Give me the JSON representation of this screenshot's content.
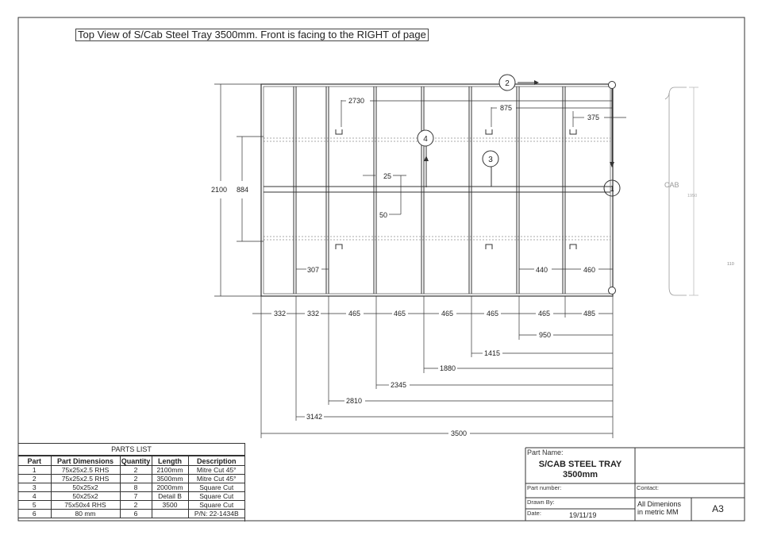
{
  "sheet_title": "Top View of S/Cab Steel Tray 3500mm. Front is facing to the RIGHT of page",
  "callouts": {
    "c1": "1",
    "c2": "2",
    "c3": "3",
    "c4": "4"
  },
  "dims": {
    "d2730": "2730",
    "d875": "875",
    "d375": "375",
    "d25": "25",
    "d50": "50",
    "d2100": "2100",
    "d884": "884",
    "d307": "307",
    "d440": "440",
    "d460": "460",
    "bottom_row": [
      "332",
      "332",
      "465",
      "465",
      "465",
      "465",
      "465",
      "485"
    ],
    "d950": "950",
    "d1415": "1415",
    "d1880": "1880",
    "d2345": "2345",
    "d2810": "2810",
    "d3142": "3142",
    "d3500": "3500"
  },
  "cab": {
    "label": "CAB",
    "dim": "1950",
    "side_dim": "110"
  },
  "parts_list": {
    "caption": "PARTS LIST",
    "headers": [
      "Part",
      "Part Dimensions",
      "Quantity",
      "Length",
      "Description"
    ],
    "rows": [
      [
        "1",
        "75x25x2.5 RHS",
        "2",
        "2100mm",
        "Mitre Cut 45°"
      ],
      [
        "2",
        "75x25x2.5 RHS",
        "2",
        "3500mm",
        "Mitre Cut 45°"
      ],
      [
        "3",
        "50x25x2",
        "8",
        "2000mm",
        "Square Cut"
      ],
      [
        "4",
        "50x25x2",
        "7",
        "Detail B",
        "Square Cut"
      ],
      [
        "5",
        "75x50x4 RHS",
        "2",
        "3500",
        "Square Cut"
      ],
      [
        "6",
        "80 mm",
        "6",
        "",
        "P/N: 22-1434B"
      ]
    ]
  },
  "title_block": {
    "part_name_label": "Part Name:",
    "part_name_1": "S/CAB STEEL TRAY",
    "part_name_2": "3500mm",
    "part_number_label": "Part number:",
    "contact_label": "Contact:",
    "drawn_by_label": "Drawn By:",
    "date_label": "Date:",
    "date": "19/11/19",
    "units_1": "All Dimenions",
    "units_2": "in metric MM",
    "size": "A3"
  }
}
